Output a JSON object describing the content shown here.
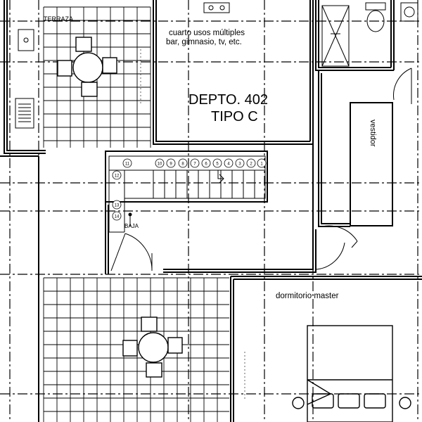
{
  "plan": {
    "title_line1": "DEPTO. 402",
    "title_line2": "TIPO C",
    "rooms": {
      "terrace": "TERRAZA",
      "multi_use_line1": "cuarto usos múltiples",
      "multi_use_line2": "bar, gimnasio, tv, etc.",
      "dressing": "vestidor",
      "master_bedroom": "dormitorio master"
    },
    "stairs": {
      "direction_label": "BAJA",
      "steps": [
        "1",
        "2",
        "3",
        "4",
        "5",
        "6",
        "7",
        "8",
        "9",
        "10",
        "11",
        "12",
        "13",
        "14"
      ]
    }
  }
}
